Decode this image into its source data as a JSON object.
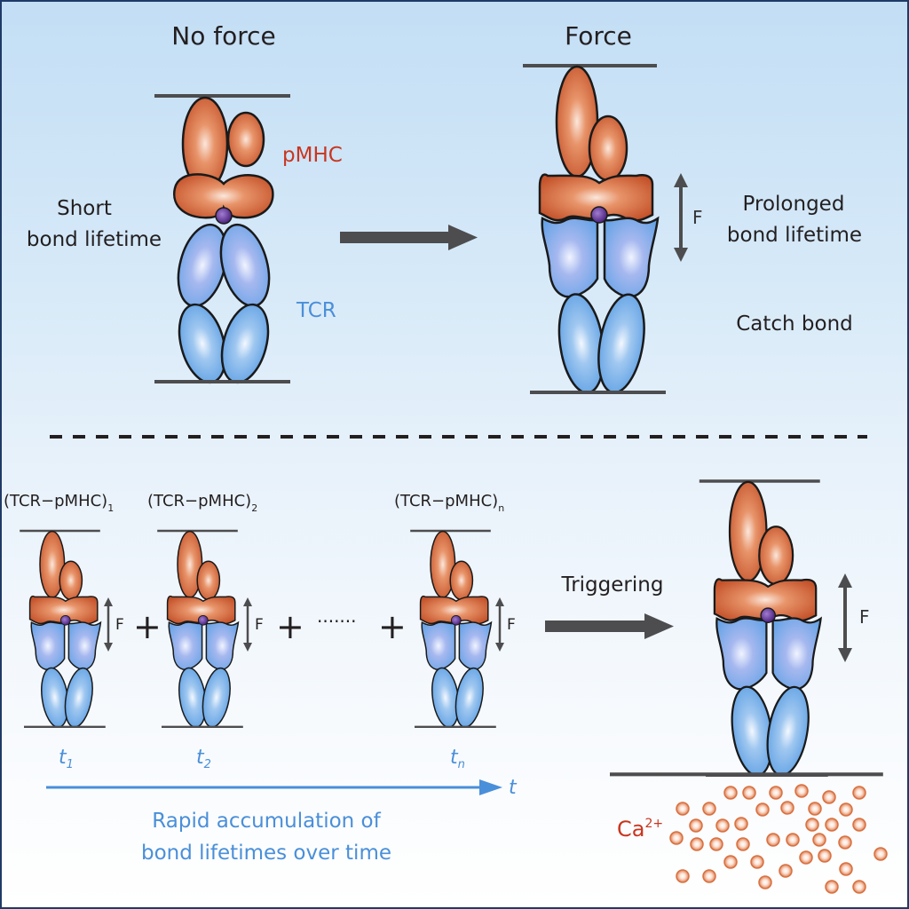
{
  "figure": {
    "sections": {
      "no_force": {
        "title": "No force",
        "state_label_lines": [
          "Short",
          "bond lifetime"
        ],
        "pmhc_label": "pMHC",
        "tcr_label": "TCR"
      },
      "force": {
        "title": "Force",
        "force_symbol": "F",
        "state_label_lines": [
          "Prolonged",
          "bond lifetime"
        ],
        "bond_type": "Catch bond"
      }
    },
    "accumulation": {
      "complexes": [
        {
          "label": "(TCR−pMHC)",
          "subscript": "1",
          "time": "t",
          "time_sub": "1",
          "force_symbol": "F"
        },
        {
          "label": "(TCR−pMHC)",
          "subscript": "2",
          "time": "t",
          "time_sub": "2",
          "force_symbol": "F"
        },
        {
          "label": "(TCR−pMHC)",
          "subscript": "n",
          "time": "t",
          "time_sub": "n",
          "force_symbol": "F"
        }
      ],
      "operators": [
        "+",
        "+",
        "+"
      ],
      "ellipsis": "·······",
      "time_axis_label": "t",
      "caption_lines": [
        "Rapid accumulation of",
        "bond lifetimes over time"
      ]
    },
    "triggering": {
      "label": "Triggering",
      "force_symbol": "F",
      "ion_label": "Ca",
      "ion_charge": "2+",
      "ion_count": 38
    },
    "colors": {
      "pmhc": "#d2643a",
      "tcr": "#6fa9e6",
      "bond": "#5b2a8c",
      "arrow": "#4d4d4f",
      "membrane": "#4d4d4f",
      "pmhc_text": "#c8361f",
      "tcr_text": "#4a8fd9",
      "border": "#1f3a66"
    }
  }
}
